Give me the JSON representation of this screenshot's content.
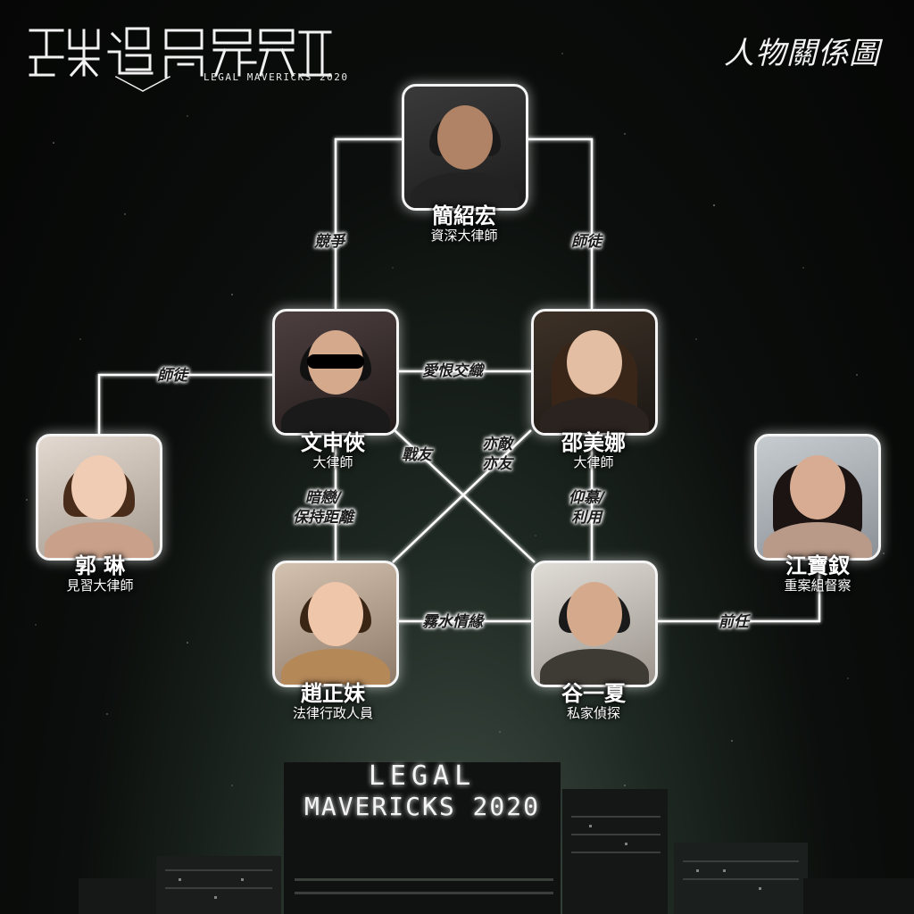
{
  "header": {
    "logo_sub": "LEGAL MAVERICKS 2020",
    "title": "人物關係圖"
  },
  "characters": {
    "jian": {
      "name": "簡紹宏",
      "role": "資深大律師"
    },
    "man": {
      "name": "文申俠",
      "role": "大律師"
    },
    "siu": {
      "name": "邵美娜",
      "role": "大律師"
    },
    "kwok": {
      "name": "郭 琳",
      "role": "見習大律師"
    },
    "kong": {
      "name": "江寶釵",
      "role": "重案組督察"
    },
    "chiu": {
      "name": "趙正妹",
      "role": "法律行政人員"
    },
    "guk": {
      "name": "谷一夏",
      "role": "私家偵探"
    }
  },
  "relations": {
    "compete": "競爭",
    "mentor_right": "師徒",
    "mentor_left": "師徒",
    "love_hate": "愛恨交織",
    "frenemy_1": "亦敵",
    "frenemy_2": "亦友",
    "comrades": "戰友",
    "crush_1": "暗戀/",
    "crush_2": "保持距離",
    "admire_1": "仰慕/",
    "admire_2": "利用",
    "fling": "霧水情緣",
    "ex": "前任"
  },
  "building_sign": {
    "line1": "LEGAL",
    "line2": "MAVERICKS 2020"
  },
  "colors": {
    "line": "#ffffff",
    "glow": "#ffffff",
    "label_text": "#1b1b1b"
  }
}
